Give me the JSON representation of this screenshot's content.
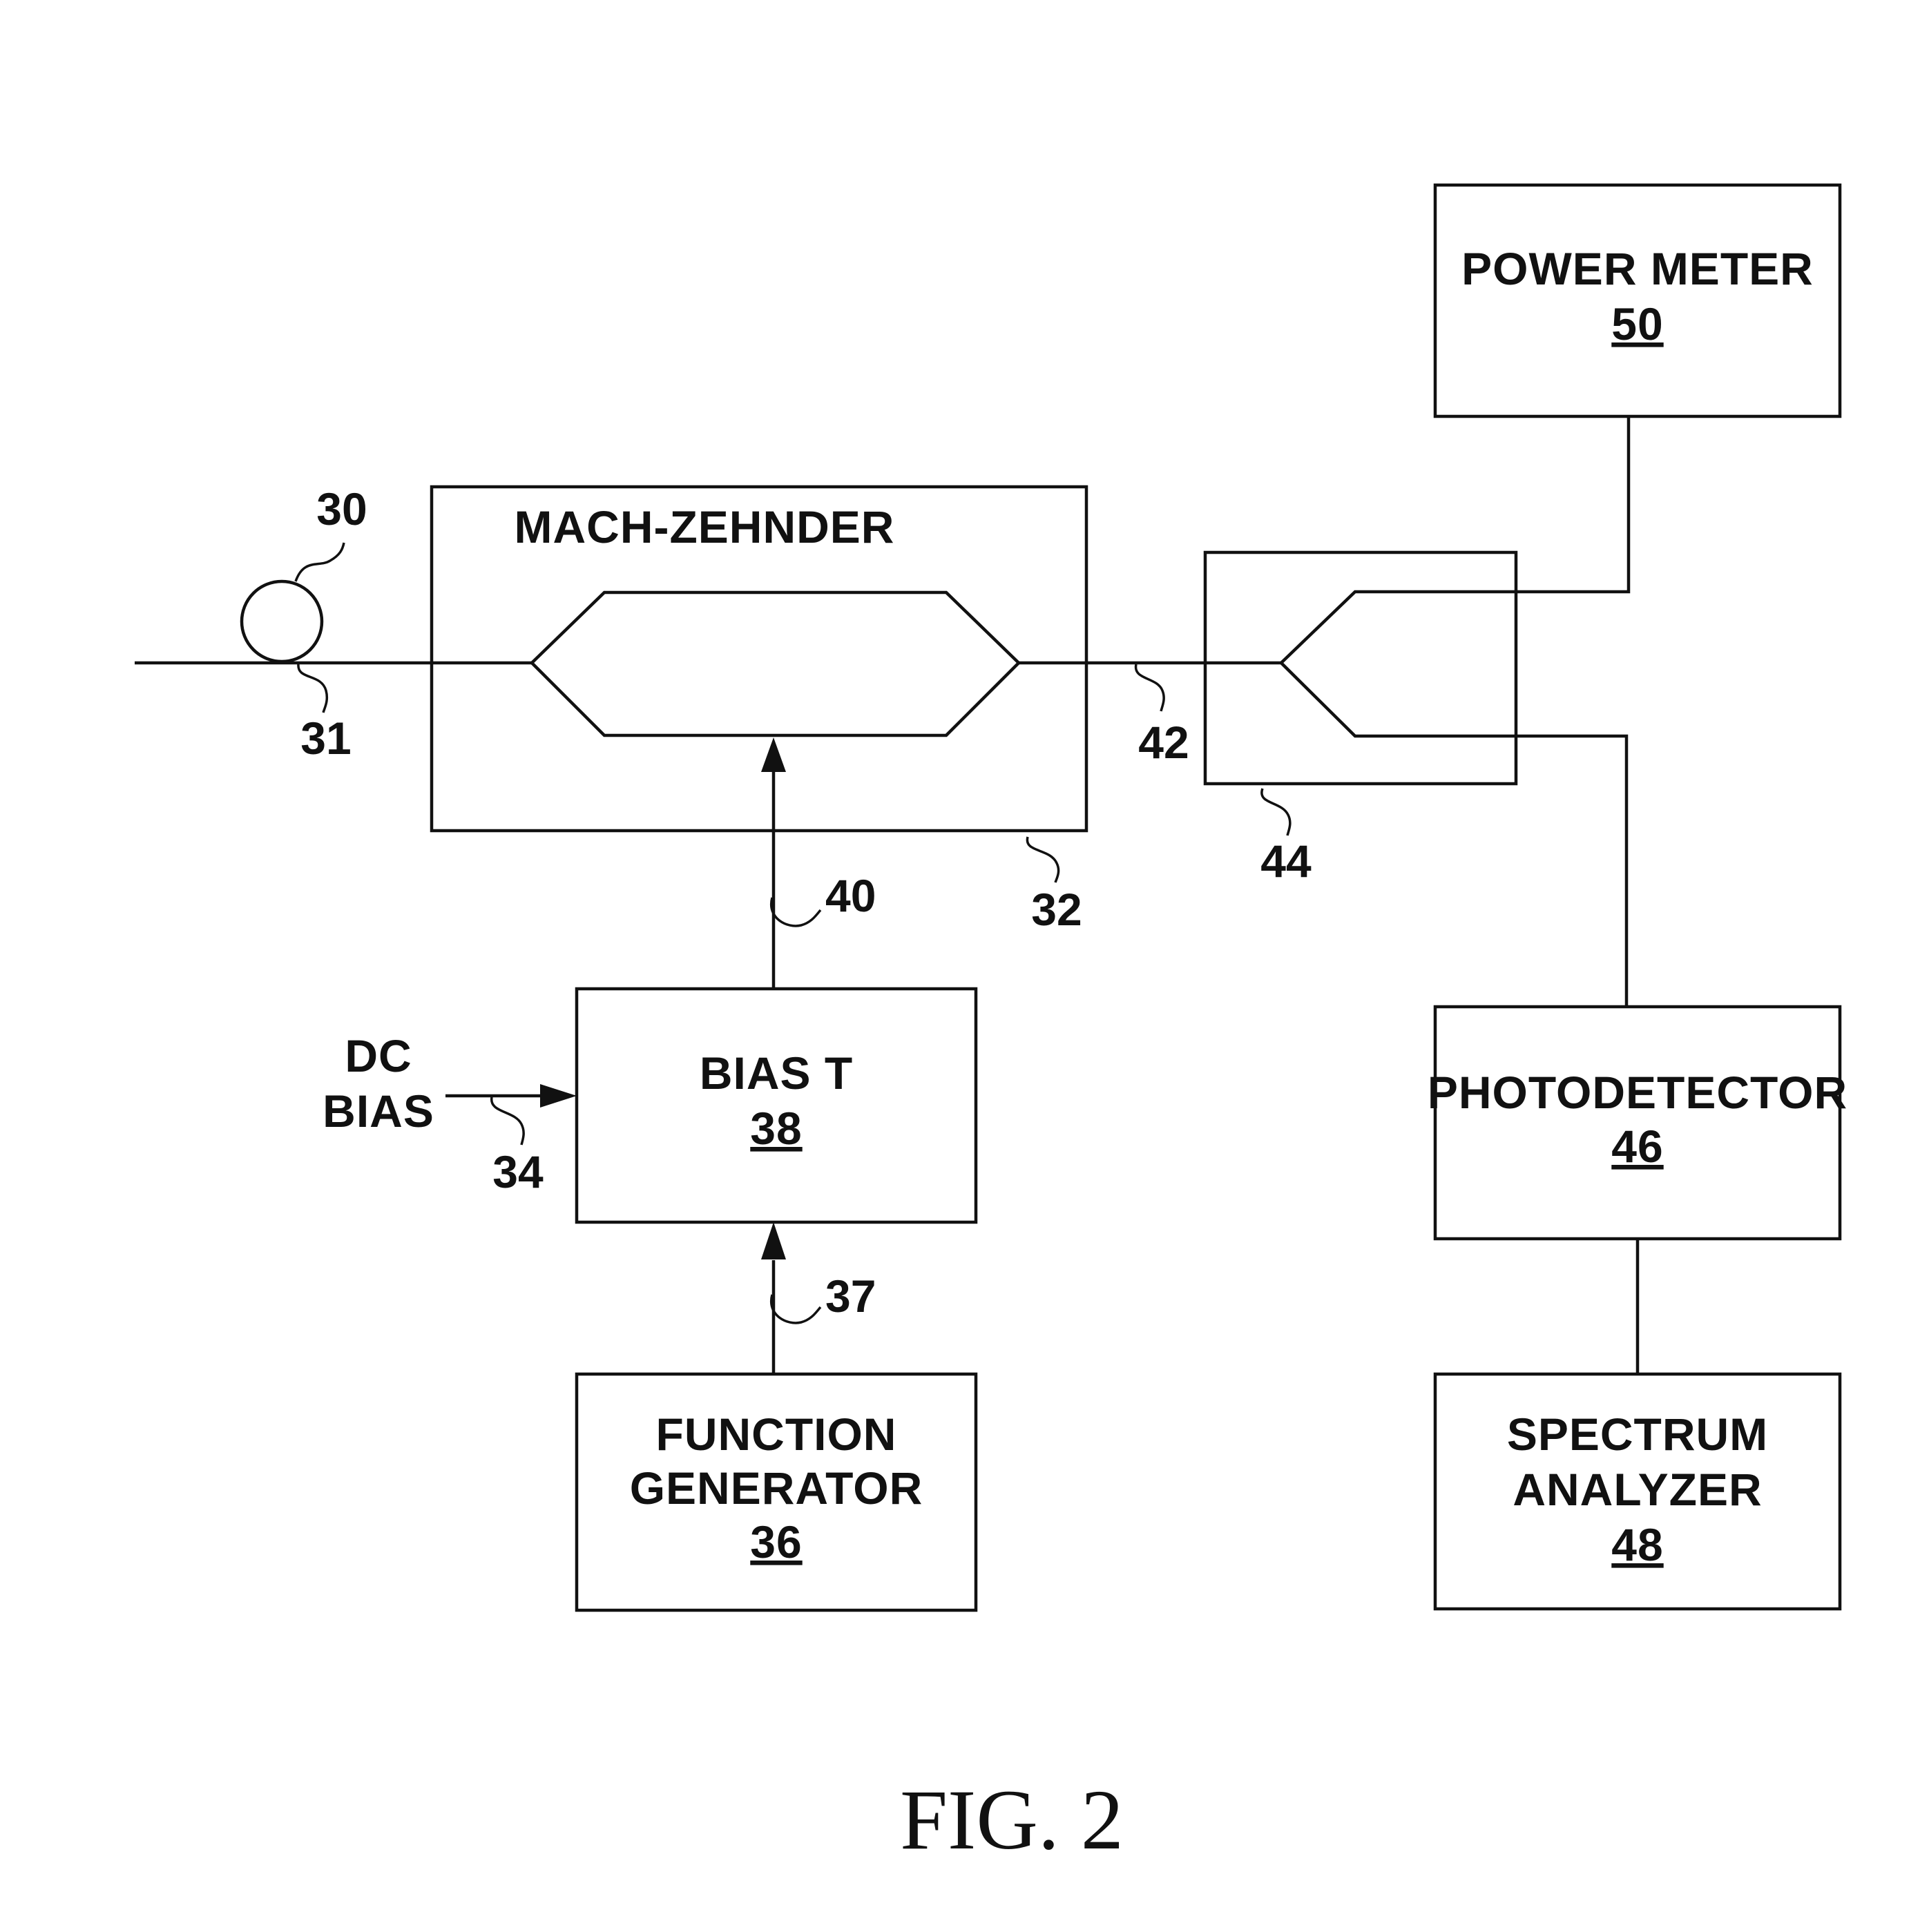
{
  "figure": {
    "caption": "FIG. 2",
    "blocks": {
      "mach_zehnder": {
        "label": "MACH-ZEHNDER"
      },
      "bias_t": {
        "line1": "BIAS T",
        "number": "38"
      },
      "function_generator": {
        "line1": "FUNCTION",
        "line2": "GENERATOR",
        "number": "36"
      },
      "power_meter": {
        "line1": "POWER METER",
        "number": "50"
      },
      "photodetector": {
        "line1": "PHOTODETECTOR",
        "number": "46"
      },
      "spectrum_analyzer": {
        "line1": "SPECTRUM",
        "line2": "ANALYZER",
        "number": "48"
      }
    },
    "dc_bias": {
      "line1": "DC",
      "line2": "BIAS"
    },
    "refs": {
      "laser_source": "30",
      "input_fiber": "31",
      "modulator": "32",
      "dc_bias_line": "34",
      "generator_line": "37",
      "drive_line": "40",
      "output_fiber": "42",
      "coupler": "44"
    }
  }
}
